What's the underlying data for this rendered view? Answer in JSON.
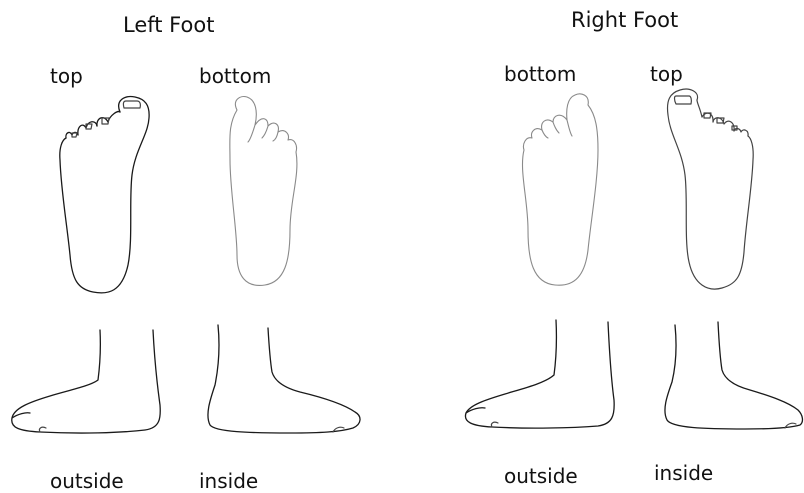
{
  "left_foot": {
    "title": "Left Foot",
    "views": {
      "top": "top",
      "bottom": "bottom",
      "outside": "outside",
      "inside": "inside"
    }
  },
  "right_foot": {
    "title": "Right Foot",
    "views": {
      "bottom": "bottom",
      "top": "top",
      "outside": "outside",
      "inside": "inside"
    }
  }
}
